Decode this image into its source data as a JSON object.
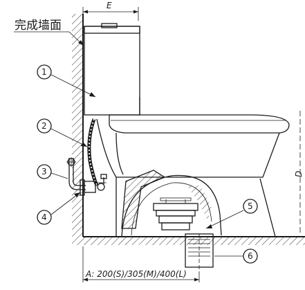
{
  "labels": {
    "wall": "完成墙面",
    "dim_top": "E",
    "dim_bottom": "A: 200(S)/305(M)/400(L)",
    "side_mark": "D"
  },
  "callouts": [
    "1",
    "2",
    "3",
    "4",
    "5",
    "6"
  ]
}
